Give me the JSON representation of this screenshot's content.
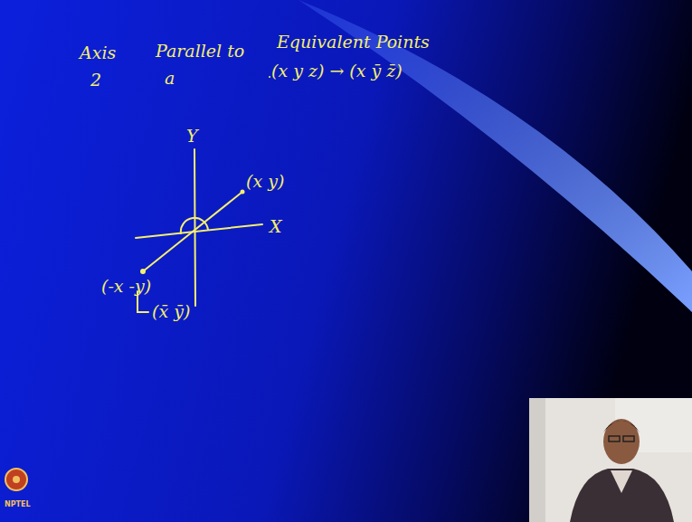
{
  "diagram": {
    "labels": [
      "Axis",
      "Parallel to",
      "Equivalent Points",
      "2",
      "a",
      "(x y z) → (x ȳ z̄)",
      "Y",
      "X",
      "(x y)",
      "(-x -y)",
      "(x̄ ȳ)",
      "NPTEL"
    ]
  }
}
